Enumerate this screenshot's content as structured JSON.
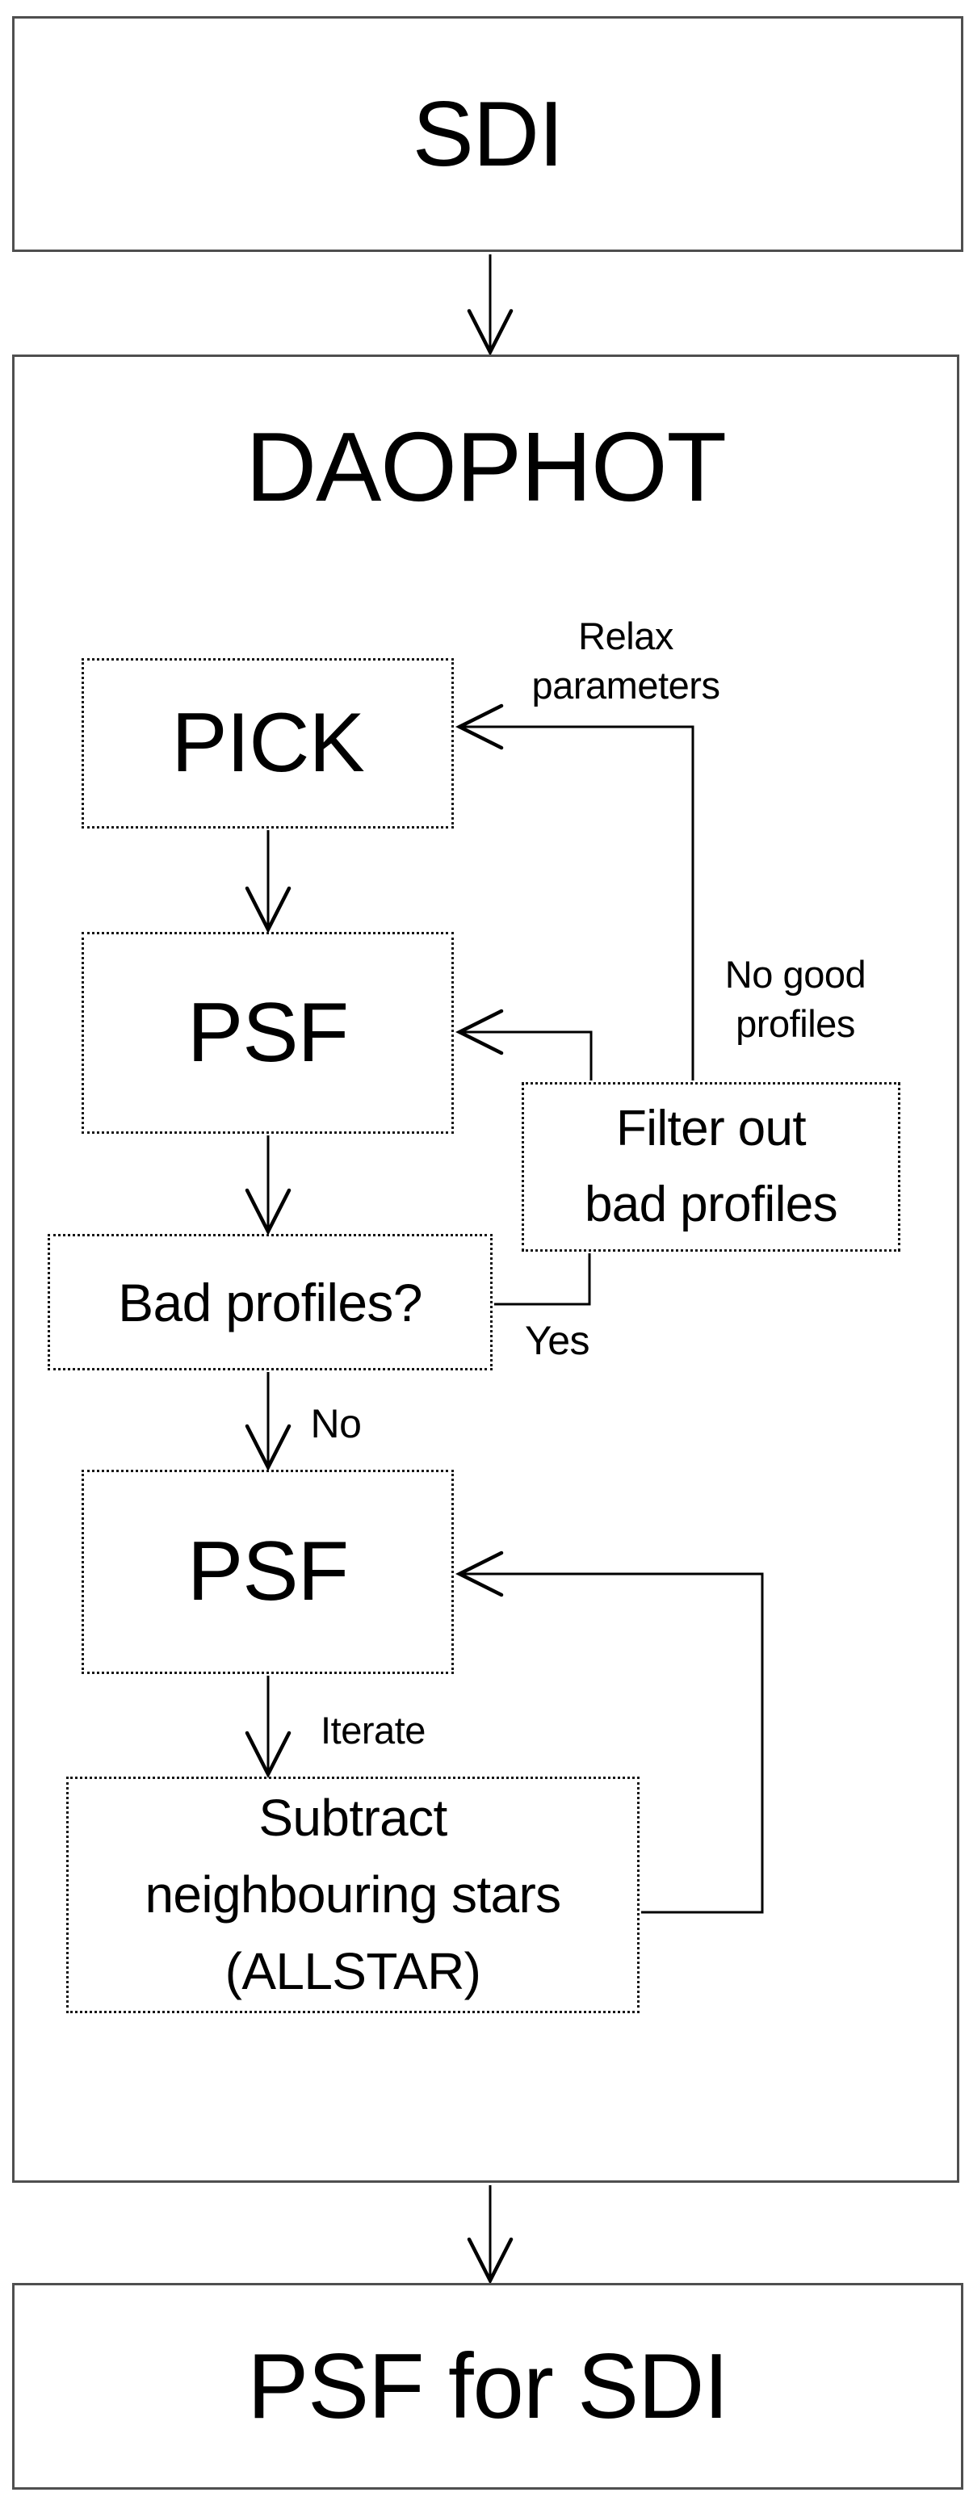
{
  "nodes": {
    "sdi": "SDI",
    "daophot": "DAOPHOT",
    "pick": "PICK",
    "psf_initial": "PSF",
    "filter": [
      "Filter out",
      "bad profiles"
    ],
    "bad_profiles": "Bad profiles?",
    "psf_refine": "PSF",
    "allstar": [
      "Subtract",
      "neighbouring stars",
      "(ALLSTAR)"
    ],
    "psf_for_sdi": "PSF for SDI"
  },
  "edge_labels": {
    "relax": [
      "Relax",
      "parameters"
    ],
    "no_good": [
      "No good",
      "profiles"
    ],
    "yes": "Yes",
    "no": "No",
    "iterate": "Iterate"
  },
  "colors": {
    "outer_border": "#4f4f4f",
    "inner_border": "#151515",
    "line": "#000000",
    "text": "#000000",
    "background": "#ffffff"
  }
}
